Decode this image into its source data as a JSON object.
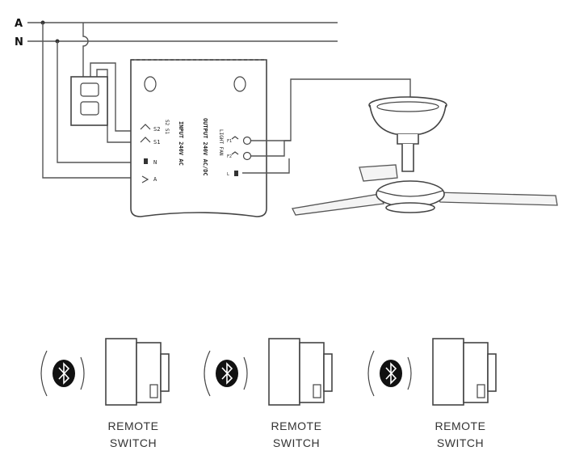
{
  "lines": {
    "a_label": "A",
    "n_label": "N"
  },
  "controller": {
    "input_terminals": [
      "S2",
      "S1",
      "N",
      "A"
    ],
    "output_terminals": [
      "F1",
      "F2",
      "L"
    ],
    "input_text": "INPUT 240V AC",
    "output_text": "OUTPUT 240V AC/DC",
    "input_side_label": "S2 S1",
    "output_side_label": "LIGHT FAN"
  },
  "remotes": [
    {
      "label_line1": "REMOTE",
      "label_line2": "SWITCH",
      "icon": "bluetooth-icon"
    },
    {
      "label_line1": "REMOTE",
      "label_line2": "SWITCH",
      "icon": "bluetooth-icon"
    },
    {
      "label_line1": "REMOTE",
      "label_line2": "SWITCH",
      "icon": "bluetooth-icon"
    }
  ]
}
